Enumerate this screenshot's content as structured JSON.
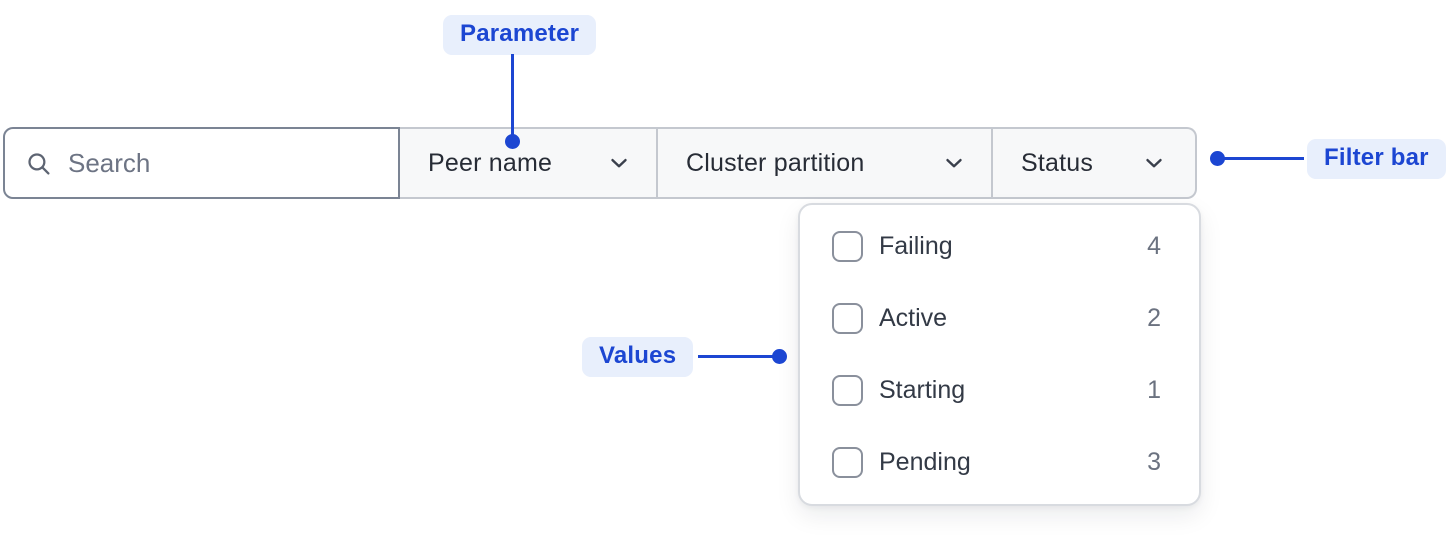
{
  "colors": {
    "annotation_accent": "#1c46d2",
    "annotation_pill_bg": "#e8effc",
    "search_border": "#7b8494",
    "group_border": "#c4c8cf",
    "group_bg": "#f7f8f9",
    "panel_border": "#d8dbe0",
    "checkbox_border": "#8a909c",
    "label_text": "#333a46",
    "count_text": "#6b7280"
  },
  "filter_bar": {
    "search": {
      "placeholder": "Search",
      "value": ""
    },
    "dropdowns": [
      {
        "label": "Peer name"
      },
      {
        "label": "Cluster partition"
      },
      {
        "label": "Status"
      }
    ]
  },
  "status_dropdown": {
    "options": [
      {
        "label": "Failing",
        "count": "4",
        "checked": false
      },
      {
        "label": "Active",
        "count": "2",
        "checked": false
      },
      {
        "label": "Starting",
        "count": "1",
        "checked": false
      },
      {
        "label": "Pending",
        "count": "3",
        "checked": false
      }
    ]
  },
  "annotations": {
    "parameter_label": "Parameter",
    "filter_bar_label": "Filter bar",
    "values_label": "Values"
  }
}
